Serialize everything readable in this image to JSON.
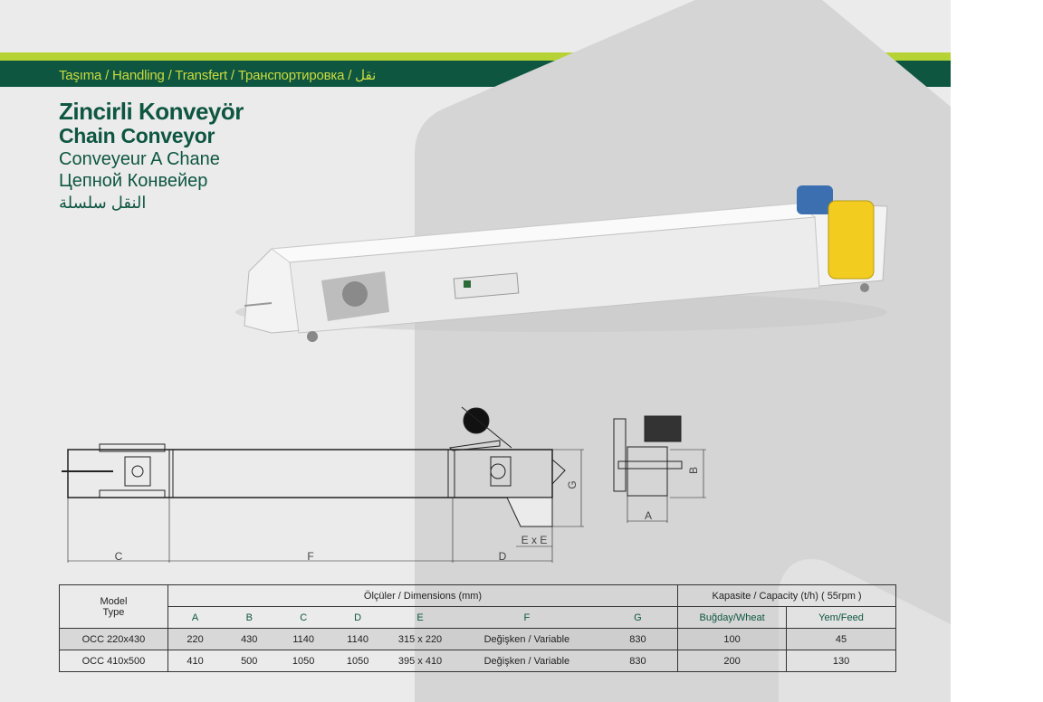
{
  "header": {
    "breadcrumb": "Taşıma / Handling / Transfert / Транспортировка / نقل"
  },
  "titles": {
    "tr": "Zincirli Konveyör",
    "en": "Chain Conveyor",
    "fr": "Conveyeur A Chane",
    "ru": "Цепной Конвейер",
    "ar": "النقل سلسلة"
  },
  "drawing": {
    "labels": {
      "c": "C",
      "f": "F",
      "d": "D",
      "exe": "E x E",
      "g": "G",
      "a": "A",
      "b": "B"
    }
  },
  "table": {
    "model_header": "Model",
    "type_header": "Type",
    "dimensions_header": "Ölçüler / Dimensions (mm)",
    "capacity_header": "Kapasite / Capacity (t/h) ( 55rpm )",
    "columns": [
      "A",
      "B",
      "C",
      "D",
      "E",
      "F",
      "G",
      "Buğday/Wheat",
      "Yem/Feed"
    ],
    "rows": [
      [
        "OCC 220x430",
        "220",
        "430",
        "1140",
        "1140",
        "315 x 220",
        "Değişken / Variable",
        "830",
        "100",
        "45"
      ],
      [
        "OCC 410x500",
        "410",
        "500",
        "1050",
        "1050",
        "395 x 410",
        "Değişken / Variable",
        "830",
        "200",
        "130"
      ]
    ]
  },
  "colors": {
    "dark_green": "#0e5640",
    "lime": "#b5d334",
    "grey_shape": "#d5d5d5"
  }
}
